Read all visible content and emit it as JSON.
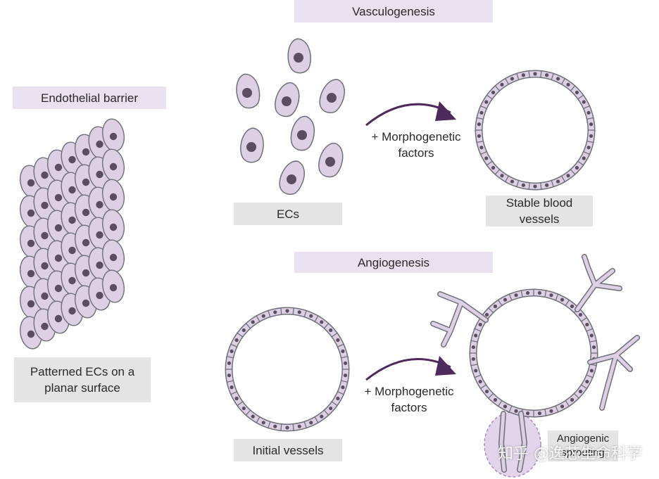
{
  "labels": {
    "endothelial_barrier": "Endothelial barrier",
    "patterned": "Patterned ECs on a planar surface",
    "vasculogenesis": "Vasculogenesis",
    "ecs": "ECs",
    "morpho_top": "+ Morphogenetic factors",
    "stable": "Stable blood vessels",
    "angiogenesis": "Angiogenesis",
    "initial": "Initial vessels",
    "morpho_bottom": "+ Morphogenetic factors",
    "sprouting": "Angiogenic sprouting"
  },
  "watermark": "知乎 @逸芯生命科学",
  "colors": {
    "cell_fill": "#ddd0e5",
    "cell_stroke": "#6f6f78",
    "nucleus": "#5a4e60",
    "arrow": "#4e2a5c",
    "header_bg": "#e9e1ee",
    "box_bg": "#e4e4e4",
    "sprout_tint": "#e2d4ea"
  }
}
